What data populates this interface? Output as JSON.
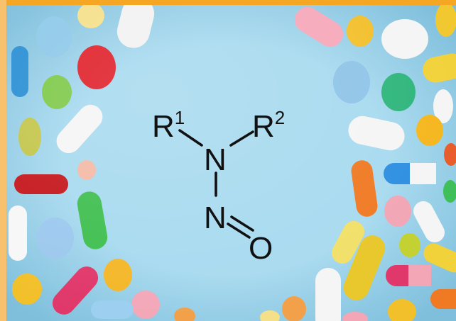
{
  "structure": {
    "r1": "R",
    "r1_sup": "1",
    "r2": "R",
    "r2_sup": "2",
    "n_top": "N",
    "n_bottom": "N",
    "oxygen": "O"
  },
  "colors": {
    "background": "#9fd3ea",
    "border_top": "#f5a623",
    "border_left": "#f7c16e",
    "ink": "#111111"
  }
}
